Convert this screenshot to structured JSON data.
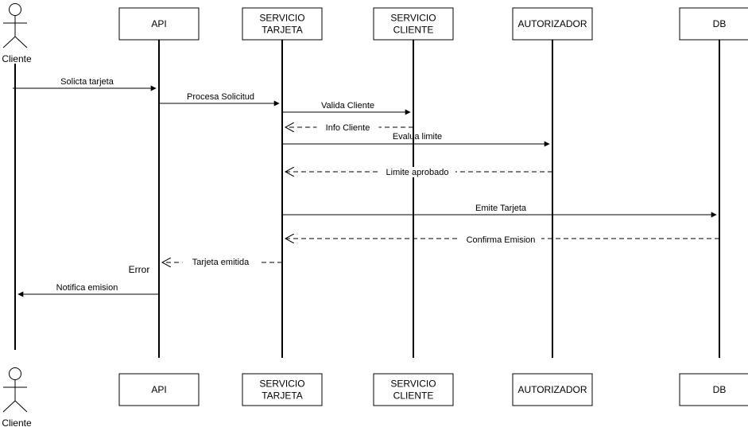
{
  "participants": [
    {
      "id": "cliente",
      "label": "Cliente",
      "kind": "actor"
    },
    {
      "id": "api",
      "label": "API",
      "kind": "box"
    },
    {
      "id": "tarjeta",
      "label": "SERVICIO\nTARJETA",
      "kind": "box"
    },
    {
      "id": "svc_cliente",
      "label": "SERVICIO\nCLIENTE",
      "kind": "box"
    },
    {
      "id": "autorizador",
      "label": "AUTORIZADOR",
      "kind": "box"
    },
    {
      "id": "db",
      "label": "DB",
      "kind": "box"
    }
  ],
  "messages": [
    {
      "from": "cliente",
      "to": "api",
      "label": "Solicta tarjeta",
      "style": "solid"
    },
    {
      "from": "api",
      "to": "tarjeta",
      "label": "Procesa Solicitud",
      "style": "solid"
    },
    {
      "from": "tarjeta",
      "to": "svc_cliente",
      "label": "Valida Cliente",
      "style": "solid"
    },
    {
      "from": "svc_cliente",
      "to": "tarjeta",
      "label": "Info Cliente",
      "style": "dashed"
    },
    {
      "from": "tarjeta",
      "to": "autorizador",
      "label": "Evalua limite",
      "style": "solid"
    },
    {
      "from": "autorizador",
      "to": "tarjeta",
      "label": "Limite aprobado",
      "style": "dashed"
    },
    {
      "from": "tarjeta",
      "to": "db",
      "label": "Emite Tarjeta",
      "style": "solid"
    },
    {
      "from": "db",
      "to": "tarjeta",
      "label": "Confirma Emision",
      "style": "dashed"
    },
    {
      "from": "tarjeta",
      "to": "api",
      "label": "Tarjeta emitida",
      "style": "dashed"
    },
    {
      "from": "api",
      "to": "cliente",
      "label": "Notifica emision",
      "style": "solid"
    }
  ],
  "annotations": [
    {
      "label": "Error"
    }
  ]
}
